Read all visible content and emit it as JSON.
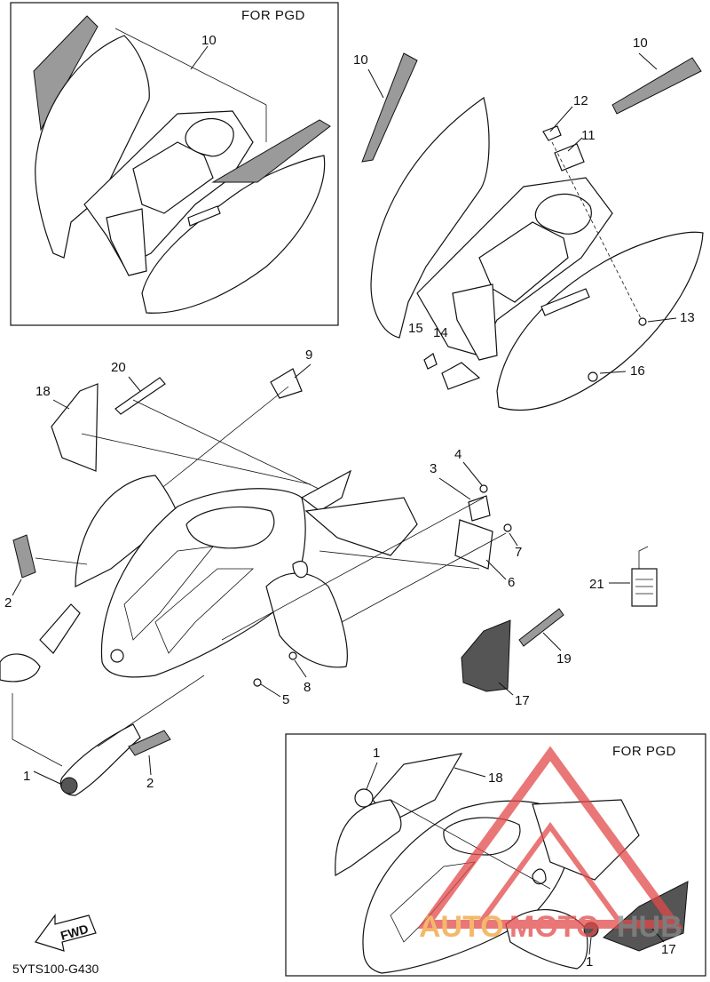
{
  "diagram": {
    "code": "5YTS100-G430",
    "fwd_label": "FWD",
    "inset_label": "FOR PGD",
    "callouts": {
      "c10a": "10",
      "c10b": "10",
      "c10c": "10",
      "c12": "12",
      "c11": "11",
      "c13": "13",
      "c15": "15",
      "c14": "14",
      "c16": "16",
      "c20": "20",
      "c9": "9",
      "c18": "18",
      "c4": "4",
      "c3": "3",
      "c7": "7",
      "c6": "6",
      "c21": "21",
      "c2a": "2",
      "c19": "19",
      "c8": "8",
      "c5": "5",
      "c17": "17",
      "c1": "1",
      "c2b": "2",
      "c1b": "1",
      "c18b": "18",
      "c1c": "1",
      "c17b": "17"
    }
  },
  "watermark": {
    "text_a": "AUTO",
    "text_b": "MOTO",
    "text_c": "HUB",
    "color_red": "#e24a4a",
    "color_orange": "#f0a23a",
    "color_gray": "#8a8a8a"
  }
}
